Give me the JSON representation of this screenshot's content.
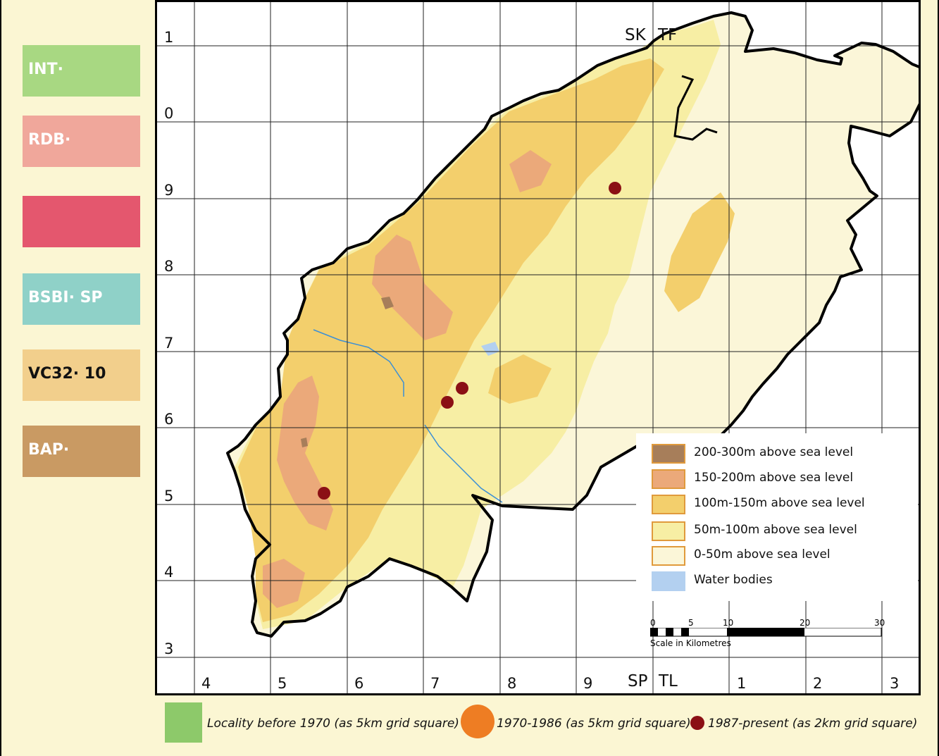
{
  "status_boxes": [
    {
      "label": "INT·",
      "color": "#a8d882",
      "dark": false
    },
    {
      "label": "RDB·",
      "color": "#f0a79b",
      "dark": false
    },
    {
      "label": "",
      "color": "#e4576e",
      "dark": false
    },
    {
      "label": "BSBI· SP",
      "color": "#8fd1c8",
      "dark": false
    },
    {
      "label": "VC32· 10",
      "color": "#f2cf8c",
      "dark": true
    },
    {
      "label": "BAP·",
      "color": "#c99a63",
      "dark": false
    }
  ],
  "grid": {
    "row_labels": [
      "1",
      "0",
      "9",
      "8",
      "7",
      "6",
      "5",
      "4",
      "3"
    ],
    "col_labels": [
      "4",
      "5",
      "6",
      "7",
      "8",
      "9",
      "1",
      "2",
      "3"
    ],
    "square_top_left": "SK",
    "square_top_right": "TF",
    "square_bottom_left": "SP",
    "square_bottom_right": "TL"
  },
  "legend": [
    {
      "label": "200-300m above sea level",
      "color": "#a77e5a"
    },
    {
      "label": "150-200m above sea level",
      "color": "#eba97a"
    },
    {
      "label": "100m-150m above sea level",
      "color": "#f3cf6c"
    },
    {
      "label": "50m-100m above sea level",
      "color": "#f7eea4"
    },
    {
      "label": "0-50m above sea level",
      "color": "#fbf6d8"
    },
    {
      "label": "Water bodies",
      "color": "#b3d0f0"
    }
  ],
  "scale": {
    "ticks": [
      "0",
      "5",
      "10",
      "20",
      "30"
    ],
    "caption": "Scale in Kilometres"
  },
  "records": [
    {
      "period": "Locality before 1970 (as 5km grid square)",
      "color": "#8dc96a"
    },
    {
      "period": "1970-1986 (as 5km grid square)",
      "color": "#ee7d23"
    },
    {
      "period": "1987-present (as 2km grid square)",
      "color": "#8b1015"
    }
  ]
}
